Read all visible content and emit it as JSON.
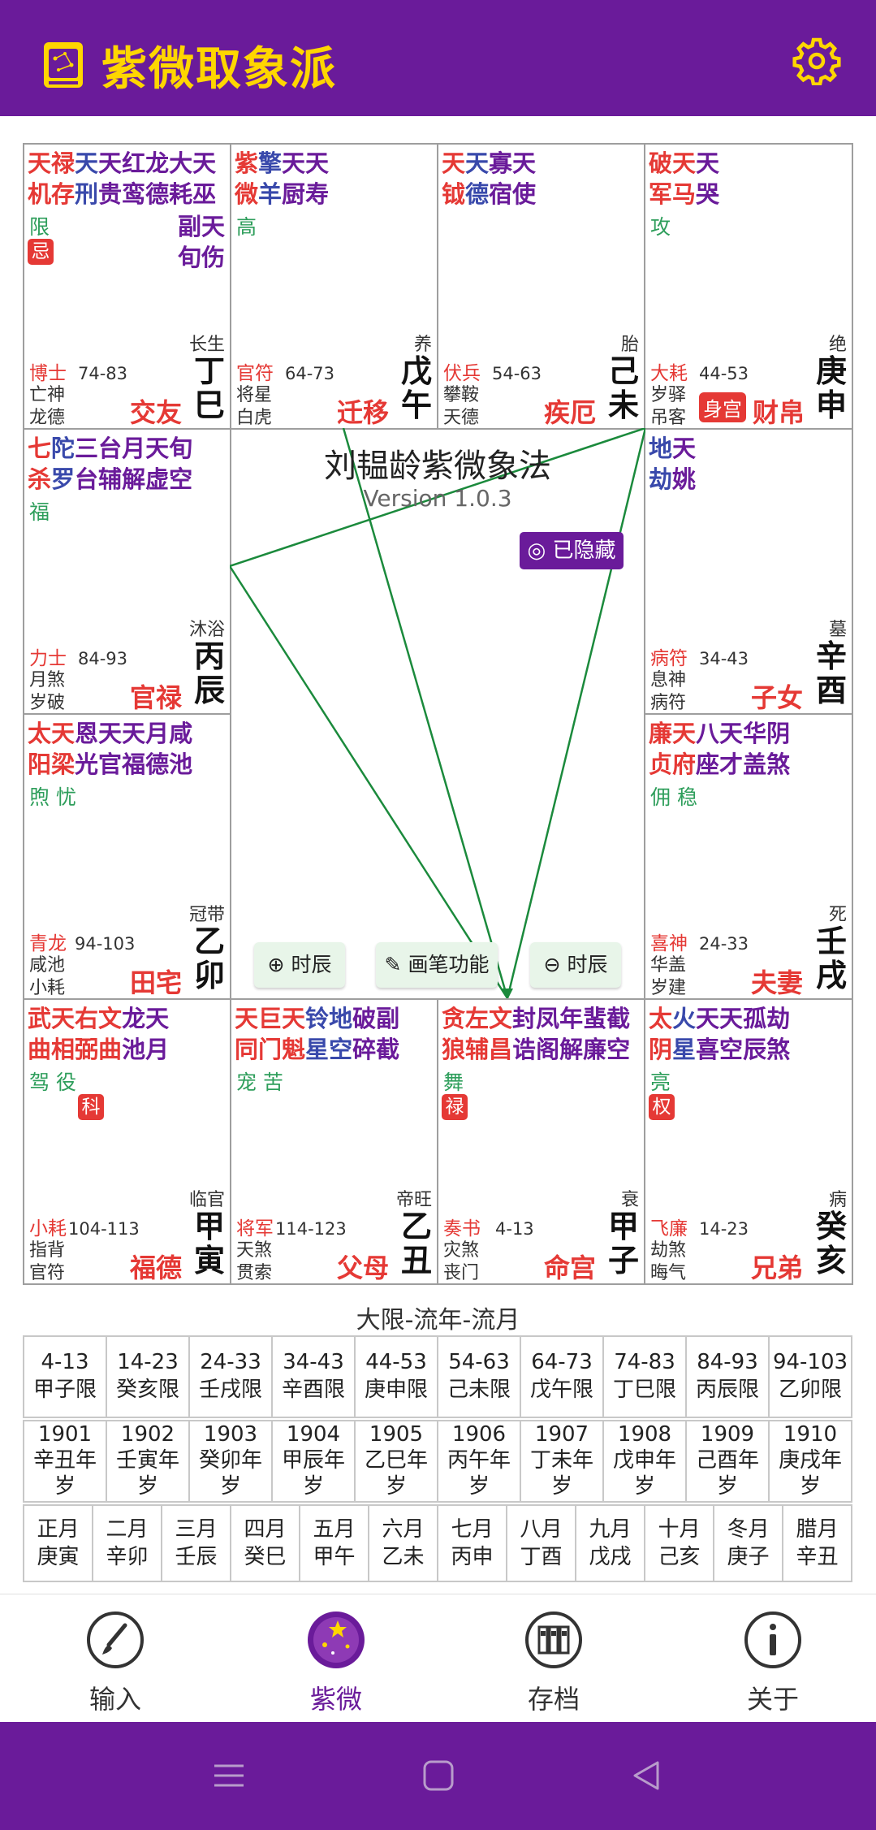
{
  "app": {
    "title": "紫微取象派"
  },
  "colors": {
    "primary": "#6a1b9a",
    "title": "#ffd600",
    "red": "#e53935",
    "blue": "#3949ab",
    "green": "#2e9e5b"
  },
  "center": {
    "title": "刘韫龄紫微象法",
    "version": "Version 1.0.3",
    "hidden_label": "已隐藏",
    "btn_left": "时辰",
    "btn_mid": "画笔功能",
    "btn_right": "时辰"
  },
  "palaces": {
    "si": {
      "r1": [
        "天",
        "禄",
        "天",
        "天",
        "红",
        "龙",
        "大",
        "天"
      ],
      "r2": [
        "机",
        "存",
        "刑",
        "贵",
        "鸾",
        "德",
        "耗",
        "巫"
      ],
      "m1": "限",
      "m1r": "副天",
      "m2r": "旬伤",
      "hua": "忌",
      "stage": "长生",
      "gan": "丁",
      "zhi": "巳",
      "boshi": "博士",
      "g2": "亡神",
      "g3": "龙德",
      "age": "74-83",
      "name": "交友"
    },
    "wu": {
      "r1": [
        "紫",
        "擎",
        "天",
        "天"
      ],
      "r2": [
        "微",
        "羊",
        "厨",
        "寿"
      ],
      "m1": "高",
      "stage": "养",
      "gan": "戊",
      "zhi": "午",
      "boshi": "官符",
      "g2": "将星",
      "g3": "白虎",
      "age": "64-73",
      "name": "迁移"
    },
    "wei": {
      "r1": [
        "天",
        "天",
        "寡",
        "天"
      ],
      "r2": [
        "钺",
        "德",
        "宿",
        "使"
      ],
      "stage": "胎",
      "gan": "己",
      "zhi": "未",
      "boshi": "伏兵",
      "g2": "攀鞍",
      "g3": "天德",
      "age": "54-63",
      "name": "疾厄"
    },
    "shen": {
      "r1": [
        "破",
        "天",
        "天"
      ],
      "r2": [
        "军",
        "马",
        "哭"
      ],
      "m1": "攻",
      "stage": "绝",
      "gan": "庚",
      "zhi": "申",
      "boshi": "大耗",
      "g2": "岁驿",
      "g3": "吊客",
      "age": "44-53",
      "shen": "身宫",
      "name": "财帛"
    },
    "chen": {
      "r1": [
        "七",
        "陀",
        "三",
        "台",
        "月",
        "天",
        "旬"
      ],
      "r2": [
        "杀",
        "罗",
        "台",
        "辅",
        "解",
        "虚",
        "空"
      ],
      "m1": "福",
      "stage": "沐浴",
      "gan": "丙",
      "zhi": "辰",
      "boshi": "力士",
      "g2": "月煞",
      "g3": "岁破",
      "age": "84-93",
      "name": "官禄"
    },
    "you": {
      "r1": [
        "地",
        "天"
      ],
      "r2": [
        "劫",
        "姚"
      ],
      "stage": "墓",
      "gan": "辛",
      "zhi": "酉",
      "boshi": "病符",
      "g2": "息神",
      "g3": "病符",
      "age": "34-43",
      "name": "子女"
    },
    "mao": {
      "r1": [
        "太",
        "天",
        "恩",
        "天",
        "天",
        "月",
        "咸"
      ],
      "r2": [
        "阳",
        "梁",
        "光",
        "官",
        "福",
        "德",
        "池"
      ],
      "m1": "煦 忧",
      "stage": "冠带",
      "gan": "乙",
      "zhi": "卯",
      "boshi": "青龙",
      "g2": "咸池",
      "g3": "小耗",
      "age": "94-103",
      "name": "田宅"
    },
    "xu": {
      "r1": [
        "廉",
        "天",
        "八",
        "天",
        "华",
        "阴"
      ],
      "r2": [
        "贞",
        "府",
        "座",
        "才",
        "盖",
        "煞"
      ],
      "m1": "佣 稳",
      "stage": "死",
      "gan": "壬",
      "zhi": "戌",
      "boshi": "喜神",
      "g2": "华盖",
      "g3": "岁建",
      "age": "24-33",
      "name": "夫妻"
    },
    "yin": {
      "r1": [
        "武",
        "天",
        "右",
        "文",
        "龙",
        "天"
      ],
      "r2": [
        "曲",
        "相",
        "弼",
        "曲",
        "池",
        "月"
      ],
      "m1": "驾 役",
      "hua": "科",
      "stage": "临官",
      "gan": "甲",
      "zhi": "寅",
      "boshi": "小耗",
      "g2": "指背",
      "g3": "官符",
      "age": "104-113",
      "name": "福德"
    },
    "chou": {
      "r1": [
        "天",
        "巨",
        "天",
        "铃",
        "地",
        "破",
        "副"
      ],
      "r2": [
        "同",
        "门",
        "魁",
        "星",
        "空",
        "碎",
        "截"
      ],
      "m1": "宠 苦",
      "stage": "帝旺",
      "gan": "乙",
      "zhi": "丑",
      "boshi": "将军",
      "g2": "天煞",
      "g3": "贯索",
      "age": "114-123",
      "name": "父母"
    },
    "zi": {
      "r1": [
        "贪",
        "左",
        "文",
        "封",
        "凤",
        "年",
        "蜚",
        "截"
      ],
      "r2": [
        "狼",
        "辅",
        "昌",
        "诰",
        "阁",
        "解",
        "廉",
        "空"
      ],
      "m1": "舞",
      "hua": "禄",
      "stage": "衰",
      "gan": "甲",
      "zhi": "子",
      "boshi": "奏书",
      "g2": "灾煞",
      "g3": "丧门",
      "age": "4-13",
      "name": "命宫"
    },
    "hai": {
      "r1": [
        "太",
        "火",
        "天",
        "天",
        "孤",
        "劫"
      ],
      "r2": [
        "阴",
        "星",
        "喜",
        "空",
        "辰",
        "煞"
      ],
      "m1": "亮",
      "hua": "权",
      "stage": "病",
      "gan": "癸",
      "zhi": "亥",
      "boshi": "飞廉",
      "g2": "劫煞",
      "g3": "晦气",
      "age": "14-23",
      "name": "兄弟"
    }
  },
  "dxh_title": "大限-流年-流月",
  "daxian": [
    [
      "4-13",
      "甲子限"
    ],
    [
      "14-23",
      "癸亥限"
    ],
    [
      "24-33",
      "壬戌限"
    ],
    [
      "34-43",
      "辛酉限"
    ],
    [
      "44-53",
      "庚申限"
    ],
    [
      "54-63",
      "己未限"
    ],
    [
      "64-73",
      "戊午限"
    ],
    [
      "74-83",
      "丁巳限"
    ],
    [
      "84-93",
      "丙辰限"
    ],
    [
      "94-103",
      "乙卯限"
    ]
  ],
  "liunian": [
    [
      "1901",
      "辛丑年",
      "岁"
    ],
    [
      "1902",
      "壬寅年",
      "岁"
    ],
    [
      "1903",
      "癸卯年",
      "岁"
    ],
    [
      "1904",
      "甲辰年",
      "岁"
    ],
    [
      "1905",
      "乙巳年",
      "岁"
    ],
    [
      "1906",
      "丙午年",
      "岁"
    ],
    [
      "1907",
      "丁未年",
      "岁"
    ],
    [
      "1908",
      "戊申年",
      "岁"
    ],
    [
      "1909",
      "己酉年",
      "岁"
    ],
    [
      "1910",
      "庚戌年",
      "岁"
    ]
  ],
  "liuyue": [
    [
      "正月",
      "庚寅"
    ],
    [
      "二月",
      "辛卯"
    ],
    [
      "三月",
      "壬辰"
    ],
    [
      "四月",
      "癸巳"
    ],
    [
      "五月",
      "甲午"
    ],
    [
      "六月",
      "乙未"
    ],
    [
      "七月",
      "丙申"
    ],
    [
      "八月",
      "丁酉"
    ],
    [
      "九月",
      "戊戌"
    ],
    [
      "十月",
      "己亥"
    ],
    [
      "冬月",
      "庚子"
    ],
    [
      "腊月",
      "辛丑"
    ]
  ],
  "nav": {
    "input": "输入",
    "ziwei": "紫微",
    "archive": "存档",
    "about": "关于"
  }
}
